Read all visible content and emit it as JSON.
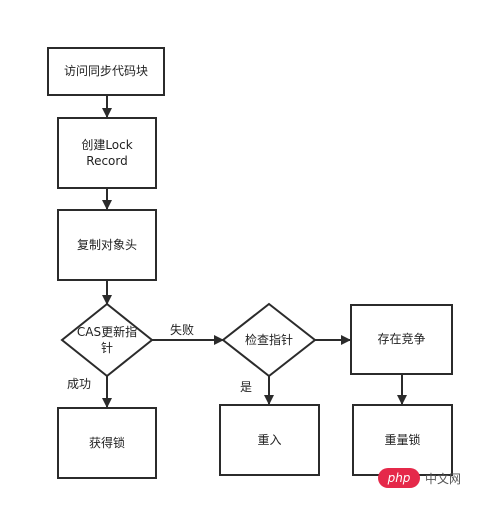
{
  "nodes": {
    "access_sync_block": "访问同步代码块",
    "create_lock_record": "创建Lock\nRecord",
    "copy_object_header": "复制对象头",
    "cas_update_pointer": "CAS更新指\n针",
    "check_pointer": "检查指针",
    "has_contention": "存在竞争",
    "acquire_lock": "获得锁",
    "reentrant": "重入",
    "heavyweight_lock": "重量锁"
  },
  "edges": {
    "cas_fail": "失败",
    "cas_success": "成功",
    "check_yes": "是"
  },
  "watermark": {
    "logo_text": "php",
    "site_text": "中文网"
  },
  "colors": {
    "stroke": "#2b2b2b",
    "background": "#ffffff",
    "watermark_logo": "#e5294a"
  }
}
